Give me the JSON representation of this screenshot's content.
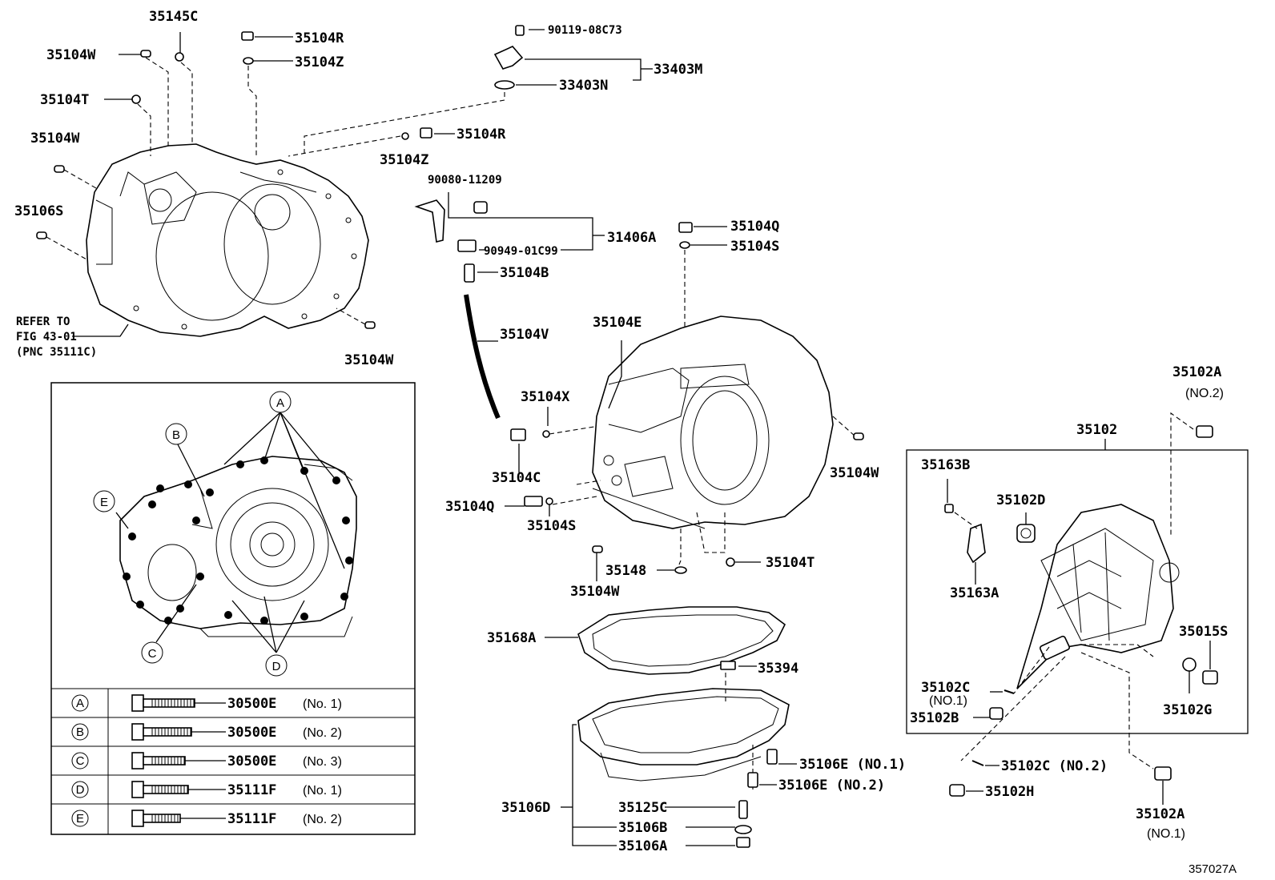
{
  "labels": {
    "p35145C": "35145C",
    "p35104W_a": "35104W",
    "p35104R_a": "35104R",
    "p35104Z_a": "35104Z",
    "p35104T_a": "35104T",
    "p35104W_b": "35104W",
    "p35106S": "35106S",
    "p35104W_c": "35104W",
    "p90119": "90119-08C73",
    "p33403M": "33403M",
    "p33403N": "33403N",
    "p35104R_b": "35104R",
    "p35104Z_b": "35104Z",
    "p90080": "90080-11209",
    "p35104Q_a": "35104Q",
    "p31406A": "31406A",
    "p90949": "90949-01C99",
    "p35104S_a": "35104S",
    "p35104B": "35104B",
    "p35104V": "35104V",
    "p35104E": "35104E",
    "p35104X": "35104X",
    "p35104C": "35104C",
    "p35104Q_b": "35104Q",
    "p35104S_b": "35104S",
    "p35104W_d": "35104W",
    "p35148": "35148",
    "p35104W_e": "35104W",
    "p35104T_b": "35104T",
    "p35168A": "35168A",
    "p35394": "35394",
    "p35106E_1": "35106E (NO.1)",
    "p35106E_2": "35106E (NO.2)",
    "p35106D": "35106D",
    "p35125C": "35125C",
    "p35106B": "35106B",
    "p35106A": "35106A",
    "p35102A_a": "35102A",
    "p35102A_a_no": "(NO.2)",
    "p35102": "35102",
    "p35163B": "35163B",
    "p35102D": "35102D",
    "p35163A": "35163A",
    "p35015S": "35015S",
    "p35102C_1": "35102C",
    "p35102C_1_no": "(NO.1)",
    "p35102B": "35102B",
    "p35102G": "35102G",
    "p35102C_2": "35102C (NO.2)",
    "p35102H": "35102H",
    "p35102A_b": "35102A",
    "p35102A_b_no": "(NO.1)",
    "refer_1": "REFER TO",
    "refer_2": "FIG 43-01",
    "refer_3": "(PNC 35111C)",
    "figure_no": "357027A"
  },
  "callouts": [
    "A",
    "B",
    "C",
    "D",
    "E"
  ],
  "bolt_table": [
    {
      "key": "A",
      "part": "30500E",
      "no": "(No. 1)"
    },
    {
      "key": "B",
      "part": "30500E",
      "no": "(No. 2)"
    },
    {
      "key": "C",
      "part": "30500E",
      "no": "(No. 3)"
    },
    {
      "key": "D",
      "part": "35111F",
      "no": "(No. 1)"
    },
    {
      "key": "E",
      "part": "35111F",
      "no": "(No. 2)"
    }
  ]
}
